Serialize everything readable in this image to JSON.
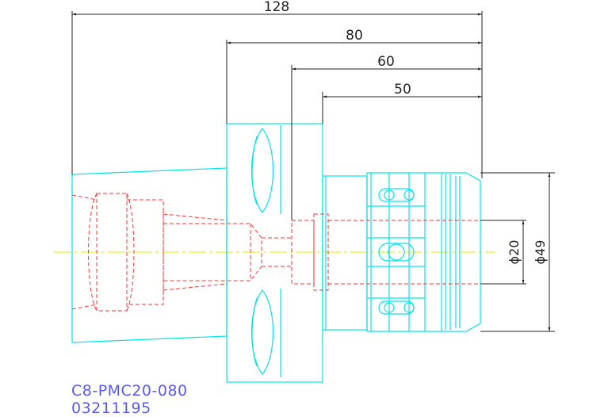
{
  "dimensions": {
    "overall_length": "128",
    "length_80": "80",
    "length_60": "60",
    "length_50": "50",
    "bore_diameter": "ϕ20",
    "outer_diameter": "ϕ49"
  },
  "label": {
    "part_code": "C8-PMC20-080",
    "part_number": "03211195"
  },
  "colors": {
    "outline": "#00e5ee",
    "hidden": "#ff3333",
    "centerline": "#e8e800",
    "dimension": "#222222",
    "label": "#5a5af0",
    "background": "#ffffff"
  }
}
